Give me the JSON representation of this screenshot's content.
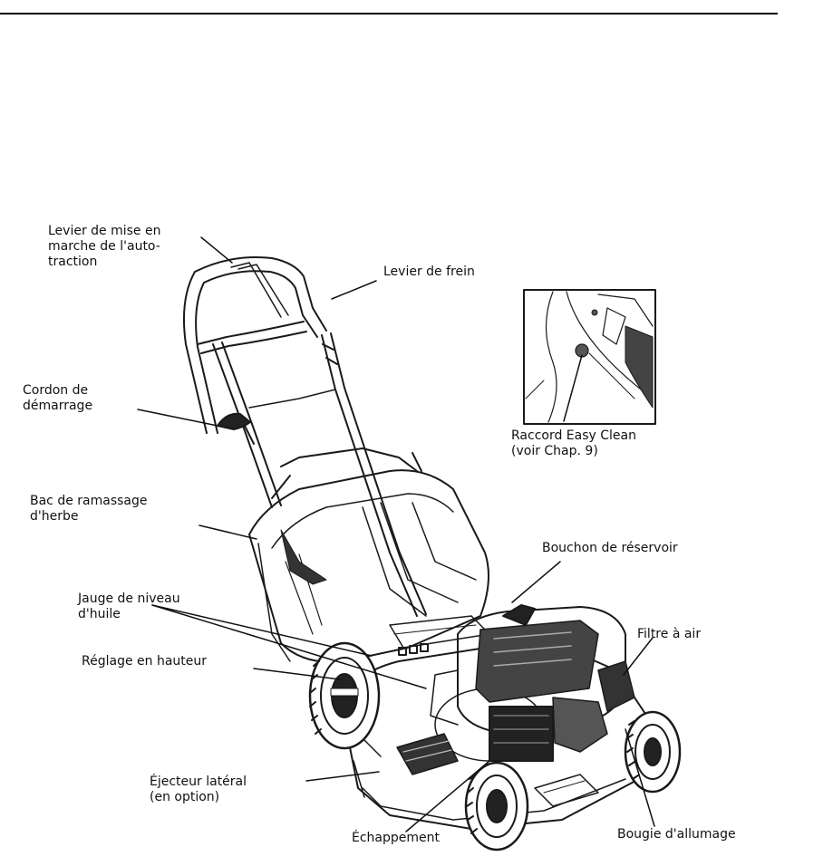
{
  "labels": {
    "self_propel_lever": "Levier de mise en\nmarche de l'auto-\ntraction",
    "brake_lever": "Levier de frein",
    "starter_cord": "Cordon de\ndémarrage",
    "easy_clean": "Raccord Easy Clean\n(voir Chap. 9)",
    "grass_bag": "Bac de ramassage\nd'herbe",
    "fuel_cap": "Bouchon de réservoir",
    "oil_dipstick": "Jauge de niveau\nd'huile",
    "air_filter": "Filtre à air",
    "height_adjust": "Réglage en hauteur",
    "side_ejector": "Éjecteur latéral\n(en option)",
    "exhaust": "Échappement",
    "spark_plug": "Bougie d'allumage"
  }
}
